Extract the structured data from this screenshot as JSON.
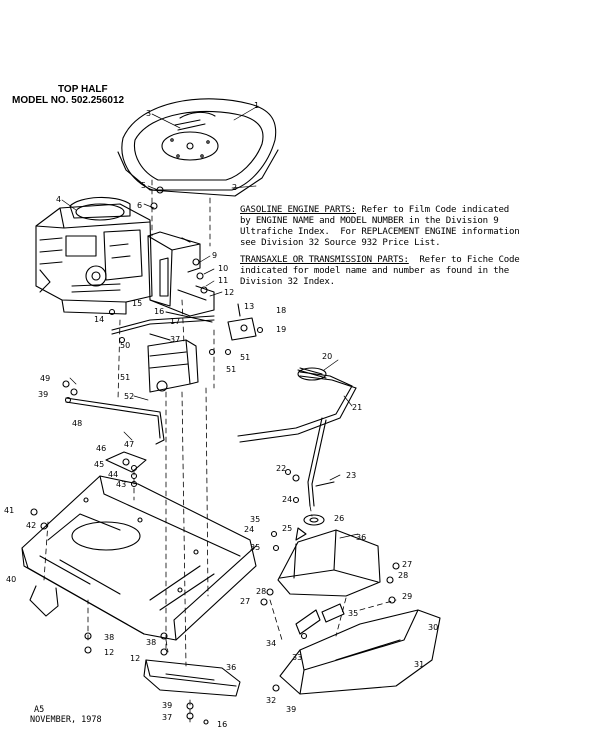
{
  "header": {
    "title": "TOP HALF",
    "model": "MODEL NO. 502.256012"
  },
  "notes": {
    "engine": {
      "heading": "GASOLINE ENGINE PARTS:",
      "text": " Refer to Film Code indicated\nby ENGINE NAME and MODEL NUMBER in the Division 9\nUltrafiche Index.  For REPLACEMENT ENGINE information\nsee Division 32 Source 932 Price List."
    },
    "transaxle": {
      "heading": "TRANSAXLE OR TRANSMISSION PARTS:",
      "text": "  Refer to Fiche Code\nindicated for model name and number as found in the\nDivision 32 Index."
    }
  },
  "footer": {
    "page": "A5",
    "date": "NOVEMBER, 1978"
  },
  "part_labels": [
    "1",
    "2",
    "3",
    "4",
    "5",
    "6",
    "9",
    "10",
    "11",
    "12",
    "13",
    "14",
    "15",
    "16",
    "17",
    "18",
    "19",
    "20",
    "21",
    "22",
    "23",
    "24",
    "25",
    "26",
    "27",
    "28",
    "29",
    "30",
    "31",
    "32",
    "33",
    "34",
    "35",
    "36",
    "37",
    "38",
    "39",
    "40",
    "41",
    "42",
    "43",
    "44",
    "45",
    "46",
    "47",
    "48",
    "49",
    "50",
    "51",
    "52",
    "12",
    "16",
    "24",
    "27",
    "28",
    "35",
    "35",
    "36",
    "37",
    "38",
    "39",
    "51",
    "51",
    "12",
    "39"
  ]
}
